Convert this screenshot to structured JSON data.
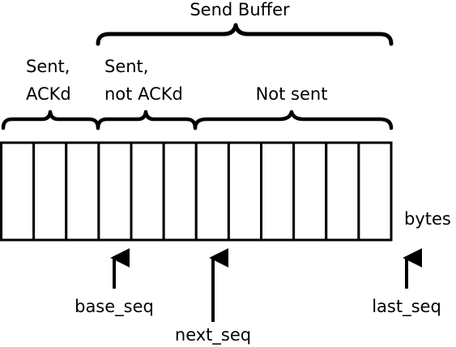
{
  "diagram": {
    "title": "Send Buffer",
    "regions": [
      {
        "line1": "Sent,",
        "line2": "ACKd"
      },
      {
        "line1": "Sent,",
        "line2": "not ACKd"
      },
      {
        "line1": "Not sent"
      }
    ],
    "byte_count": 12,
    "unit_label": "bytes",
    "pointers": [
      {
        "label": "base_seq"
      },
      {
        "label": "next_seq"
      },
      {
        "label": "last_seq"
      }
    ]
  }
}
